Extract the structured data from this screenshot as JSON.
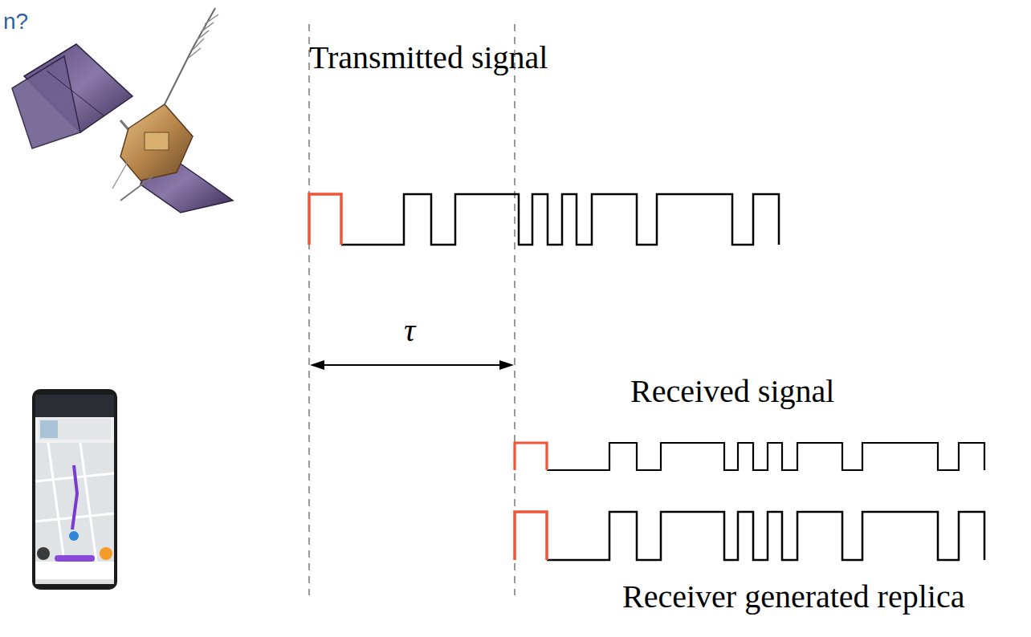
{
  "diagram": {
    "labels": [
      "n?",
      "Transmitted signal",
      "τ",
      "Received signal",
      "Receiver generated replica"
    ]
  }
}
